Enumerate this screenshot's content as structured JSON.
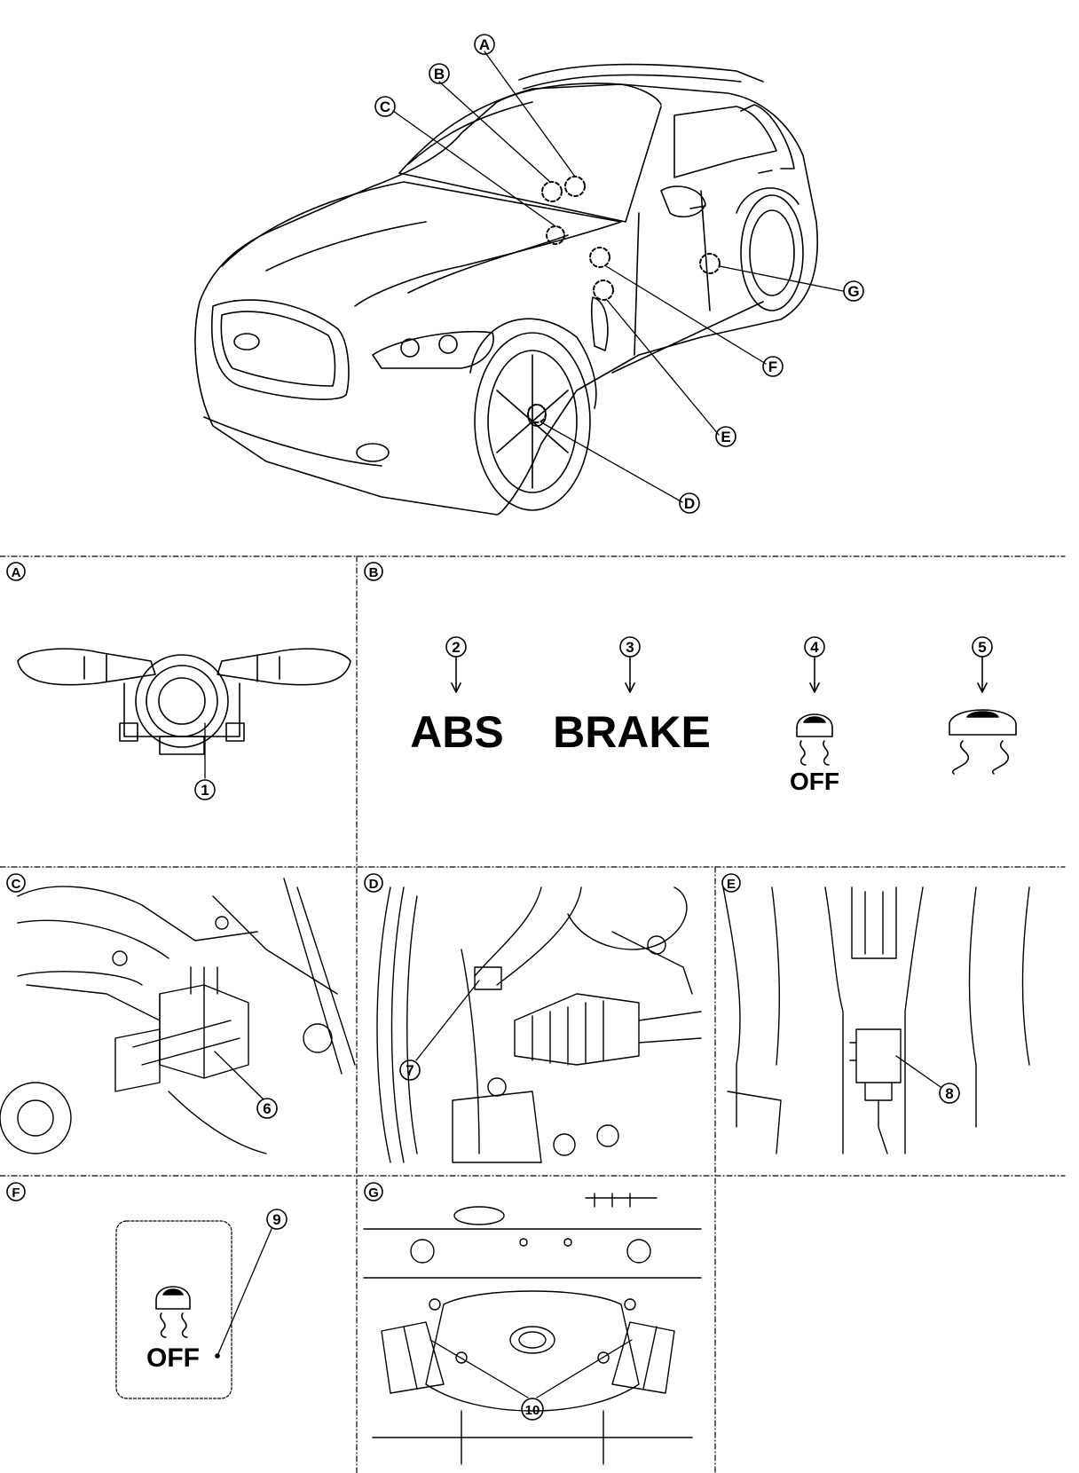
{
  "overview": {
    "callouts": [
      {
        "letter": "A"
      },
      {
        "letter": "B"
      },
      {
        "letter": "C"
      },
      {
        "letter": "D"
      },
      {
        "letter": "E"
      },
      {
        "letter": "F"
      },
      {
        "letter": "G"
      }
    ]
  },
  "panels": {
    "A": {
      "letter": "A",
      "parts": [
        "1"
      ]
    },
    "B": {
      "letter": "B",
      "parts": [
        "2",
        "3",
        "4",
        "5"
      ],
      "lamps": [
        {
          "num": "2",
          "text": "ABS"
        },
        {
          "num": "3",
          "text": "BRAKE"
        },
        {
          "num": "4",
          "icon": "slip-off-indicator-icon",
          "text": "OFF"
        },
        {
          "num": "5",
          "icon": "slip-indicator-icon"
        }
      ]
    },
    "C": {
      "letter": "C",
      "parts": [
        "6"
      ]
    },
    "D": {
      "letter": "D",
      "parts": [
        "7"
      ]
    },
    "E": {
      "letter": "E",
      "parts": [
        "8"
      ]
    },
    "F": {
      "letter": "F",
      "parts": [
        "9"
      ],
      "switch_text": "OFF",
      "switch_icon": "vdc-off-switch-icon"
    },
    "G": {
      "letter": "G",
      "parts": [
        "10"
      ]
    }
  }
}
